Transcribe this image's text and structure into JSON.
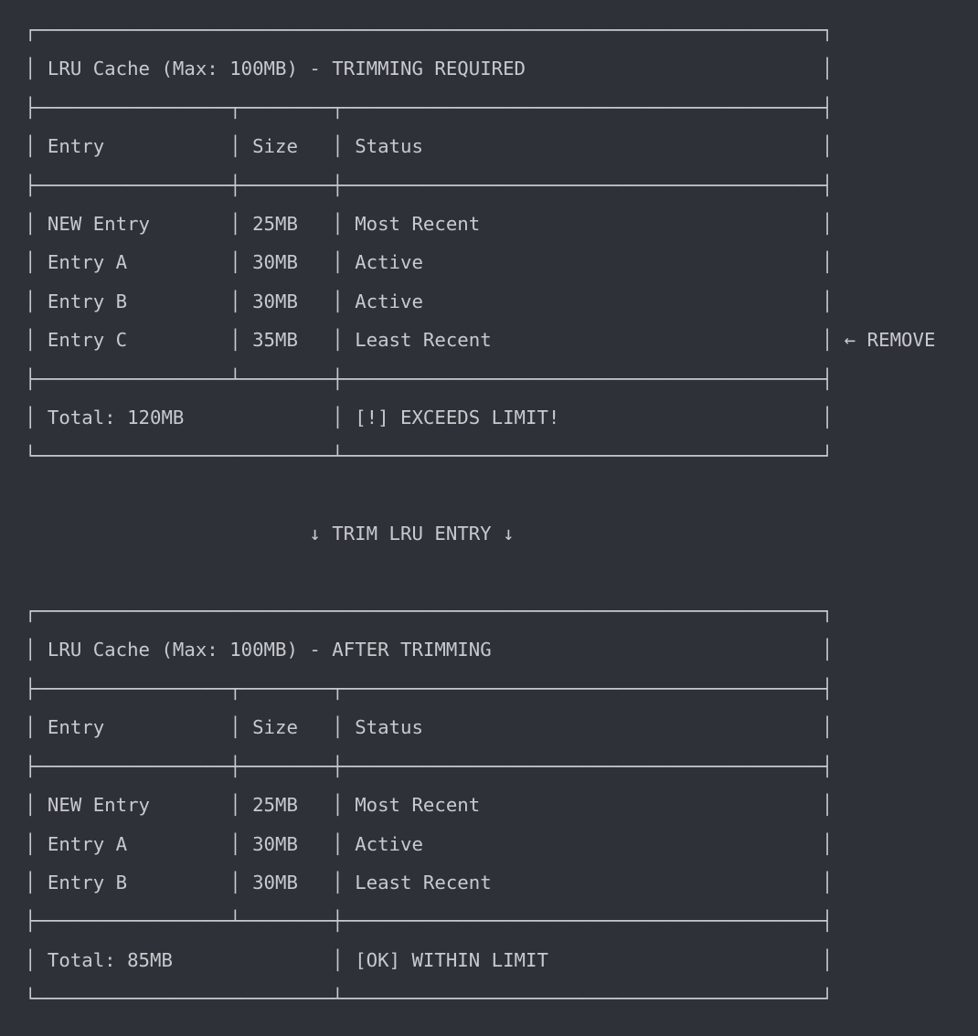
{
  "colors": {
    "background": "#2e3138",
    "foreground": "#c7cacd"
  },
  "diagram": {
    "before": {
      "title": "LRU Cache (Max: 100MB) - TRIMMING REQUIRED",
      "columns": [
        "Entry",
        "Size",
        "Status"
      ],
      "rows": [
        {
          "entry": "NEW Entry",
          "size": "25MB",
          "status": "Most Recent",
          "annotation": ""
        },
        {
          "entry": "Entry A",
          "size": "30MB",
          "status": "Active",
          "annotation": ""
        },
        {
          "entry": "Entry B",
          "size": "30MB",
          "status": "Active",
          "annotation": ""
        },
        {
          "entry": "Entry C",
          "size": "35MB",
          "status": "Least Recent",
          "annotation": "← REMOVE"
        }
      ],
      "total_label": "Total: 120MB",
      "total_status": "[!] EXCEEDS LIMIT!"
    },
    "transition_label": "↓ TRIM LRU ENTRY ↓",
    "after": {
      "title": "LRU Cache (Max: 100MB) - AFTER TRIMMING",
      "columns": [
        "Entry",
        "Size",
        "Status"
      ],
      "rows": [
        {
          "entry": "NEW Entry",
          "size": "25MB",
          "status": "Most Recent",
          "annotation": ""
        },
        {
          "entry": "Entry A",
          "size": "30MB",
          "status": "Active",
          "annotation": ""
        },
        {
          "entry": "Entry B",
          "size": "30MB",
          "status": "Least Recent",
          "annotation": ""
        }
      ],
      "total_label": "Total: 85MB",
      "total_status": "[OK] WITHIN LIMIT"
    }
  }
}
